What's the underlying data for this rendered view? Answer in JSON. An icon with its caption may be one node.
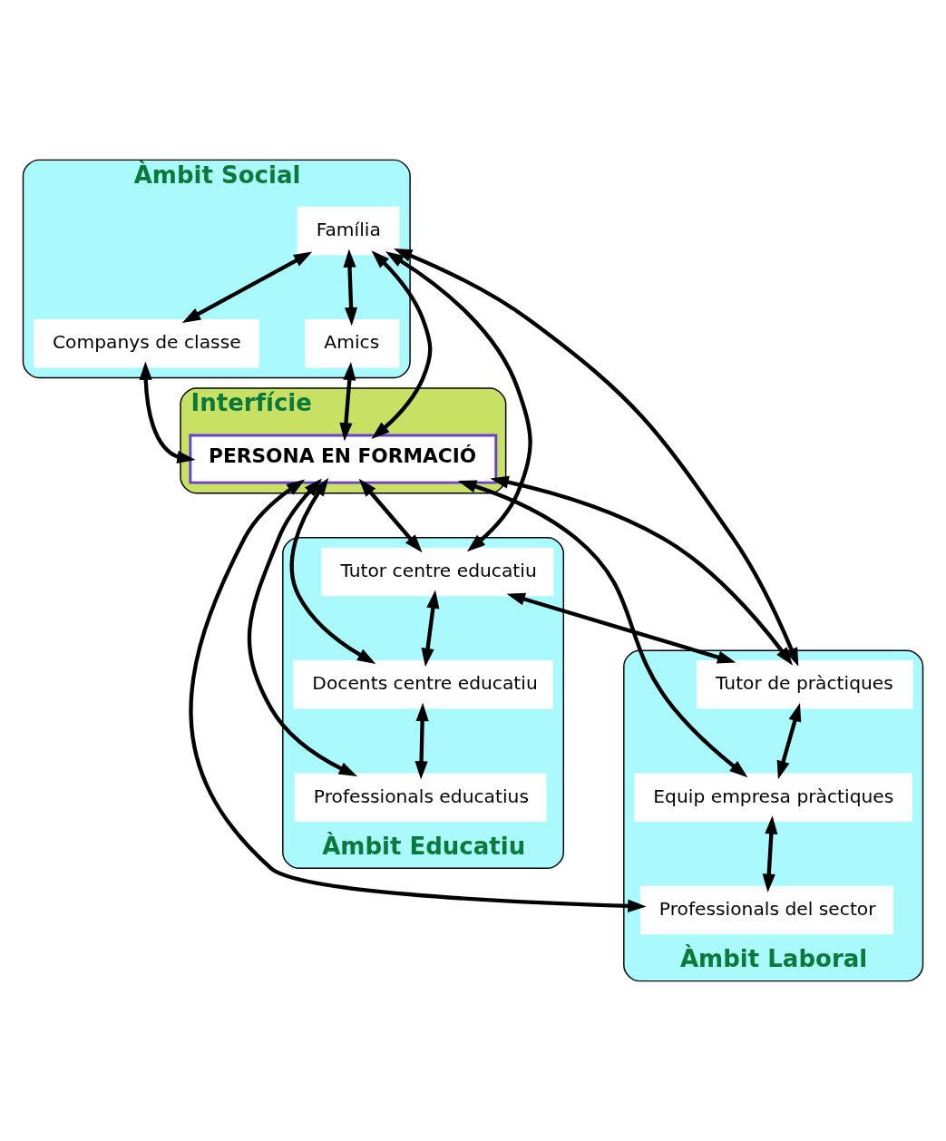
{
  "diagram": {
    "nodes": [
      {
        "text": [
          "Àmbit Social"
        ]
      },
      {
        "text": [
          "Família"
        ],
        "in": 0
      },
      {
        "text": [
          "Companys de classe"
        ],
        "in": 0
      },
      {
        "text": [
          "Amics"
        ],
        "in": 0
      },
      {
        "text": [
          "Interfície"
        ]
      },
      {
        "text": [
          "PERSONA EN FORMACIÓ"
        ],
        "in": 4
      },
      {
        "text": [
          "Àmbit Educatiu"
        ]
      },
      {
        "text": [
          "Tutor centre educatiu"
        ],
        "in": 6
      },
      {
        "text": [
          "Docents centre educatiu"
        ],
        "in": 6
      },
      {
        "text": [
          "Professionals educatius"
        ],
        "in": 6
      },
      {
        "text": [
          "Àmbit Laboral"
        ]
      },
      {
        "text": [
          "Tutor de pràctiques"
        ],
        "in": 10
      },
      {
        "text": [
          "Equip empresa pràctiques"
        ],
        "in": 10
      },
      {
        "text": [
          "Professionals del sector"
        ],
        "in": 10
      }
    ],
    "edges": [
      {
        "from": 1,
        "to": 2,
        "arrow": "both"
      },
      {
        "from": 1,
        "to": 3,
        "arrow": "both"
      },
      {
        "from": 1,
        "to": 5,
        "arrow": "both"
      },
      {
        "from": 1,
        "to": 7,
        "arrow": "both"
      },
      {
        "from": 1,
        "to": 11,
        "arrow": "both"
      },
      {
        "from": 2,
        "to": 5,
        "arrow": "both"
      },
      {
        "from": 3,
        "to": 5,
        "arrow": "both"
      },
      {
        "from": 5,
        "to": 7,
        "arrow": "both"
      },
      {
        "from": 5,
        "to": 8,
        "arrow": "both"
      },
      {
        "from": 5,
        "to": 9,
        "arrow": "both"
      },
      {
        "from": 5,
        "to": 11,
        "arrow": "both"
      },
      {
        "from": 5,
        "to": 12,
        "arrow": "both"
      },
      {
        "from": 5,
        "to": 13,
        "arrow": "both"
      },
      {
        "from": 7,
        "to": 11,
        "arrow": "both"
      },
      {
        "from": 7,
        "to": 8,
        "arrow": "both"
      },
      {
        "from": 8,
        "to": 9,
        "arrow": "both"
      },
      {
        "from": 11,
        "to": 12,
        "arrow": "both"
      },
      {
        "from": 12,
        "to": 13,
        "arrow": "both"
      }
    ]
  }
}
